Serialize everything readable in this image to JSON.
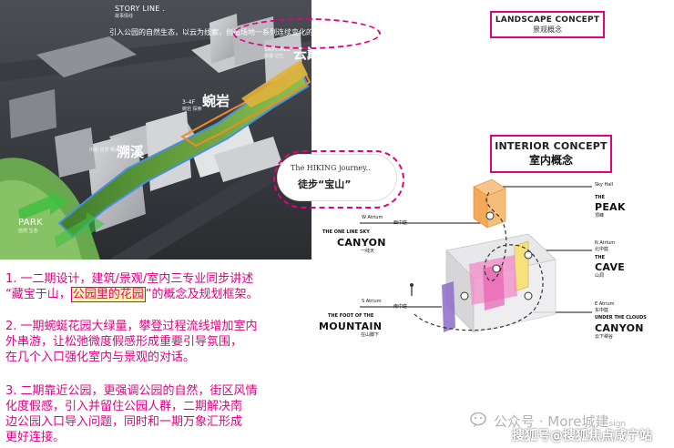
{
  "render": {
    "story_line_en": "STORY LINE .",
    "story_line_cn": "故事情线",
    "caption": "引入公园的自然生态，以云为线索，创造场地一系列连续变化的探索体验",
    "skyhall_en": "SKYHALL",
    "skyhall_sub": "高楼 记忆",
    "skyhall_cn": "云巅",
    "rock_en": "3-4F",
    "rock_sub": "蜿岩 探索",
    "rock_cn": "蜿岩",
    "stream_sub": "内街 自然 畅游",
    "stream_cn": "溯溪",
    "park_en": "PARK",
    "park_sub": "自然 生态",
    "bubble_en": "The HIKING journey..",
    "bubble_cn": "徒步“宝山”",
    "colors": {
      "accent": "#e4007f",
      "route": "#4a90e2",
      "route2": "#f08a24"
    }
  },
  "landscape": {
    "en": "LANDSCAPE CONCEPT",
    "cn": "景观概念"
  },
  "interior": {
    "en": "INTERIOR CONCEPT",
    "cn": "室内概念"
  },
  "notes": {
    "p1_a": "1. 一二期设计，建筑/景观/室内三专业同步讲述",
    "p1_b": "“藏宝于山，",
    "p1_hl": "公园里的花园",
    "p1_c": "”的概念及规划框架。",
    "p2_a": "2. 一期蜿蜒花园大绿量，攀登过程流线增加室内",
    "p2_b": "外串游，让松弛微度假感形成重要引导氛围，",
    "p2_c": "在几个入口强化室内与景观的对话。",
    "p3_a": "3. 二期靠近公园，更强调公园的自然，街区风情",
    "p3_b": "化度假感，引入并留住公园人群，二期解决南",
    "p3_c": "边公园入口导入问题，同时和一期万象汇形成",
    "p3_d": "更好连接。"
  },
  "diagram": {
    "sky_hall": "Sky Hall",
    "peak_the": "THE",
    "peak": "PEAK",
    "peak_cn": "顶峰",
    "w_atrium": "W Atrium",
    "w_atrium_cn": "西中庭",
    "canyon_left_a": "THE ONE LINE SKY",
    "canyon_left": "CANYON",
    "canyon_left_cn": "一线天",
    "n_atrium": "N Atrium",
    "n_atrium_cn": "北中庭",
    "cave_the": "THE",
    "cave": "CAVE",
    "cave_cn": "山洞",
    "s_atrium": "S Atrium",
    "s_atrium_cn": "南中庭",
    "mountain_a": "THE FOOT OF THE",
    "mountain": "MOUNTAIN",
    "mountain_cn": "在山脚下",
    "e_atrium": "E Atrium",
    "e_atrium_cn": "东中庭",
    "canyon_right_a": "UNDER THE CLOUDS",
    "canyon_right": "CANYON",
    "canyon_right_cn": "云下峡谷"
  },
  "watermark": {
    "line1": "公众号 · More城建",
    "line1_tail": "sign",
    "line2": "搜狐号@搜狐焦点咸宁站"
  }
}
